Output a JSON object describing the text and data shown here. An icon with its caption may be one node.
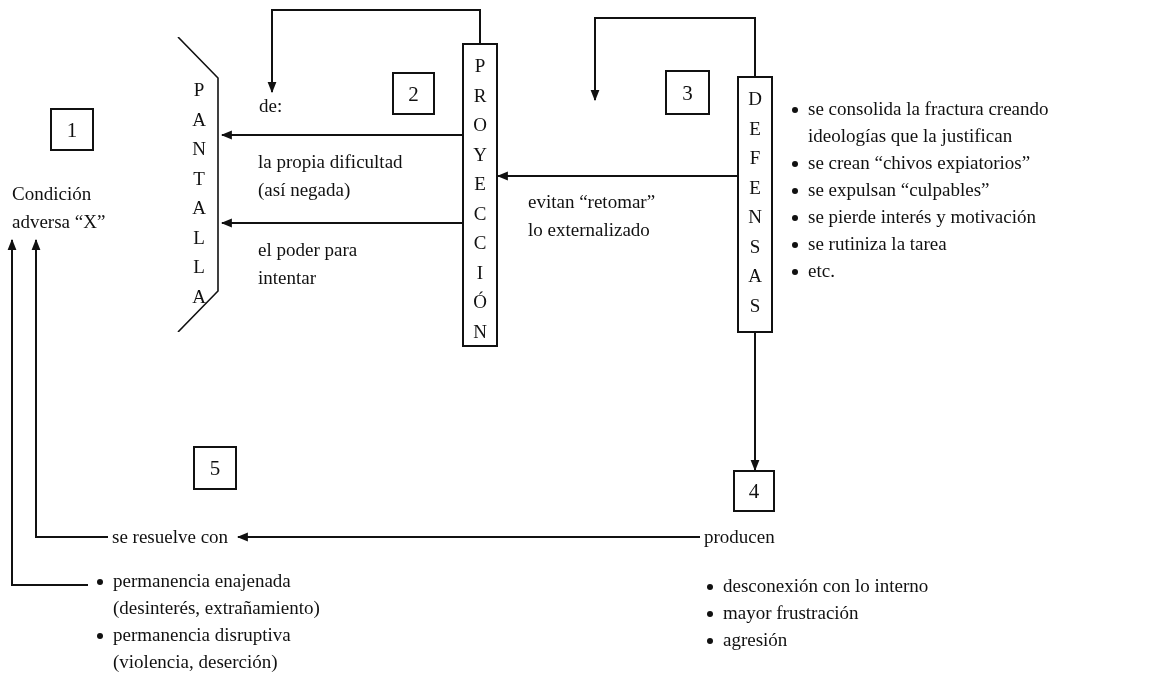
{
  "diagram": {
    "nodes": [
      {
        "text": [
          "1"
        ]
      },
      {
        "text": [
          "Condición adversa “X”"
        ]
      },
      {
        "text": [
          "PANTALLA"
        ]
      },
      {
        "text": [
          "de:"
        ]
      },
      {
        "text": [
          "2"
        ]
      },
      {
        "text": [
          "PROYECCIÓN"
        ]
      },
      {
        "text": [
          "3"
        ]
      },
      {
        "text": [
          "DEFENSAS"
        ]
      },
      {
        "text": [
          "5"
        ]
      },
      {
        "text": [
          "4"
        ]
      },
      {
        "text": [
          "se resuelve con"
        ]
      },
      {
        "text": [
          "producen"
        ]
      },
      {
        "text": [
          "permanencia enajenada (desinterés, extrañamiento)",
          "permanencia disruptiva (violencia, deserción)"
        ]
      }
    ],
    "edges": [
      {
        "from": 5,
        "to": 3,
        "arrow": "to"
      },
      {
        "from": 5,
        "to": 2,
        "arrow": "to",
        "label": "la propia dificultad (así negada)"
      },
      {
        "from": 5,
        "to": 2,
        "arrow": "to",
        "label": "el poder para intentar"
      },
      {
        "from": 7,
        "to": null,
        "arrow": "to"
      },
      {
        "from": 7,
        "to": 5,
        "arrow": "to",
        "label": "evitan “retomar” lo externalizado"
      },
      {
        "from": 7,
        "to": 9,
        "arrow": "to"
      },
      {
        "from": 11,
        "to": 10,
        "arrow": "to"
      },
      {
        "from": 10,
        "to": 1,
        "arrow": "to"
      },
      {
        "from": 12,
        "to": 1,
        "arrow": "to"
      }
    ],
    "labels": [
      "se consolida la fractura creando ideologías que la justifican",
      "se crean “chivos expiatorios”",
      "se expulsan “culpables”",
      "se pierde interés y motivación",
      "se rutiniza la tarea",
      "etc.",
      "desconexión con lo interno",
      "mayor frustración",
      "agresión"
    ]
  }
}
